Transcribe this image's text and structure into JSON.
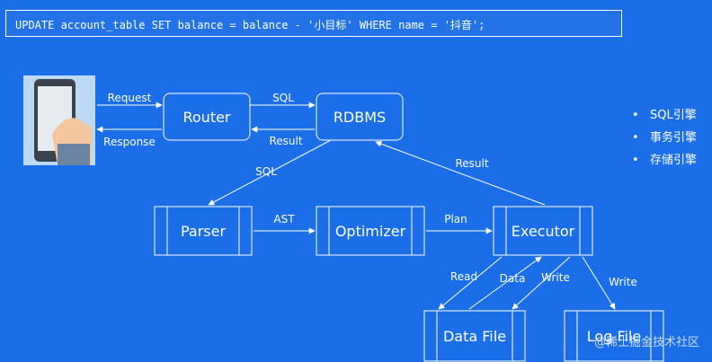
{
  "sql_statement": "UPDATE account_table SET balance = balance - '小目标' WHERE name = '抖音';",
  "nodes": {
    "router": "Router",
    "rdbms": "RDBMS",
    "parser": "Parser",
    "optimizer": "Optimizer",
    "executor": "Executor",
    "data_file": "Data File",
    "log_file": "Log File"
  },
  "edges": {
    "request": "Request",
    "response": "Response",
    "router_sql": "SQL",
    "rdbms_result": "Result",
    "rdbms_sql": "SQL",
    "executor_result": "Result",
    "ast": "AST",
    "plan": "Plan",
    "read": "Read",
    "data": "Data",
    "write_data": "Write",
    "write_log": "Write"
  },
  "bullets": [
    "SQL引擎",
    "事务引擎",
    "存储引擎"
  ],
  "bullet_symbol": "•",
  "watermark": "@稀土掘金技术社区",
  "colors": {
    "background": "#1a6ee8",
    "foreground": "#ffffff"
  },
  "icons": {
    "client": "phone-in-hand-icon"
  }
}
